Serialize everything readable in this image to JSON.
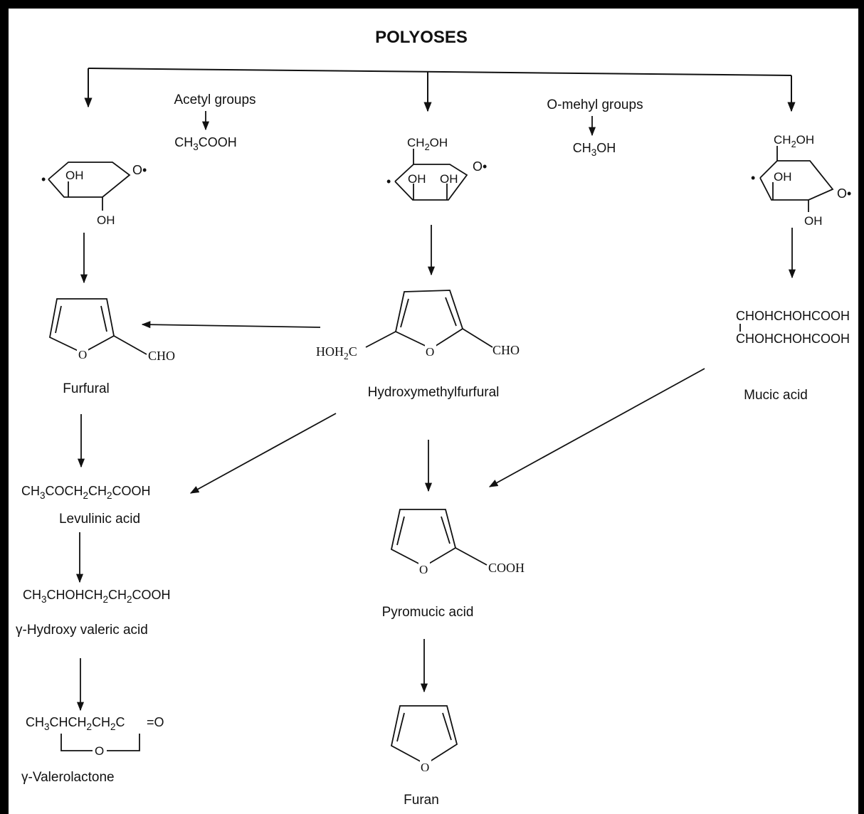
{
  "title": "POLYOSES",
  "side_groups": {
    "acetyl": {
      "label": "Acetyl groups",
      "product": "CH3COOH"
    },
    "omethyl": {
      "label": "O-mehyl groups",
      "product": "CH3OH"
    }
  },
  "sugar_units": {
    "left": {
      "oh_top": "OH",
      "oh_bottom": "OH",
      "o_radical": "O•",
      "dot": "•"
    },
    "middle": {
      "ch2oh": "CH2OH",
      "oh_left": "OH",
      "oh_right": "OH",
      "o_radical": "O•",
      "dot": "•"
    },
    "right": {
      "ch2oh": "CH2OH",
      "oh_top": "OH",
      "oh_bottom": "OH",
      "o_radical": "O•",
      "dot": "•"
    }
  },
  "products": {
    "furfural": {
      "name": "Furfural",
      "substituent": "CHO",
      "ring_o": "O"
    },
    "hmf": {
      "name": "Hydroxymethylfurfural",
      "left_group": "HOH2C",
      "right_group": "CHO",
      "ring_o": "O"
    },
    "mucic": {
      "name": "Mucic acid",
      "line1": "CHOHCHOHCOOH",
      "line2": "CHOHCHOHCOOH"
    },
    "levulinic": {
      "name": "Levulinic acid",
      "formula": "CH3COCH2CH2COOH"
    },
    "hydroxy_valeric": {
      "name": "γ-Hydroxy valeric acid",
      "formula": "CH3CHOHCH2CH2COOH"
    },
    "valerolactone": {
      "name": "γ-Valerolactone",
      "formula": "CH3CHCH2CH2C",
      "carbonyl": "=O",
      "ring_o": "O"
    },
    "pyromucic": {
      "name": "Pyromucic acid",
      "substituent": "COOH",
      "ring_o": "O"
    },
    "furan": {
      "name": "Furan",
      "ring_o": "O"
    }
  }
}
